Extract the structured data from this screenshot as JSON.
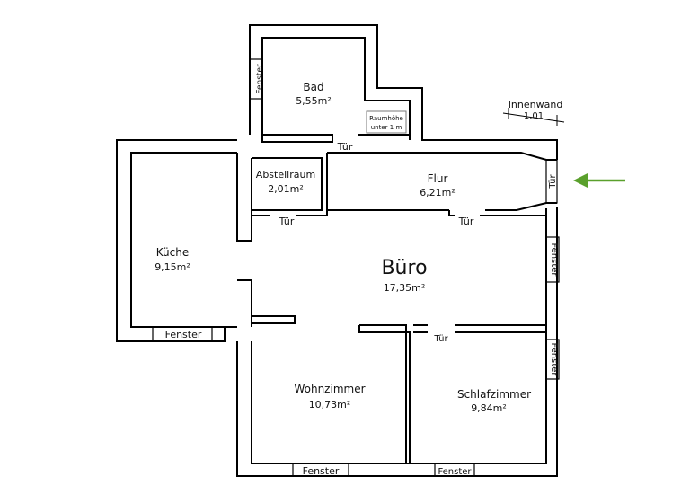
{
  "rooms": {
    "bad": {
      "name": "Bad",
      "area": "5,55m²"
    },
    "abstell": {
      "name": "Abstellraum",
      "area": "2,01m²"
    },
    "flur": {
      "name": "Flur",
      "area": "6,21m²"
    },
    "kueche": {
      "name": "Küche",
      "area": "9,15m²"
    },
    "buero": {
      "name": "Büro",
      "area": "17,35m²"
    },
    "wohnzimmer": {
      "name": "Wohnzimmer",
      "area": "10,73m²"
    },
    "schlaf": {
      "name": "Schlafzimmer",
      "area": "9,84m²"
    }
  },
  "raumhoehe_note": [
    "Raumhöhe",
    "unter 1 m"
  ],
  "innenwand": {
    "label": "Innenwand",
    "value": "1,01"
  },
  "labels": {
    "fenster": "Fenster",
    "tuer": "Tür"
  },
  "colors": {
    "arrow": "#5aa02c",
    "wall": "#000000",
    "note_box": "#777777"
  }
}
